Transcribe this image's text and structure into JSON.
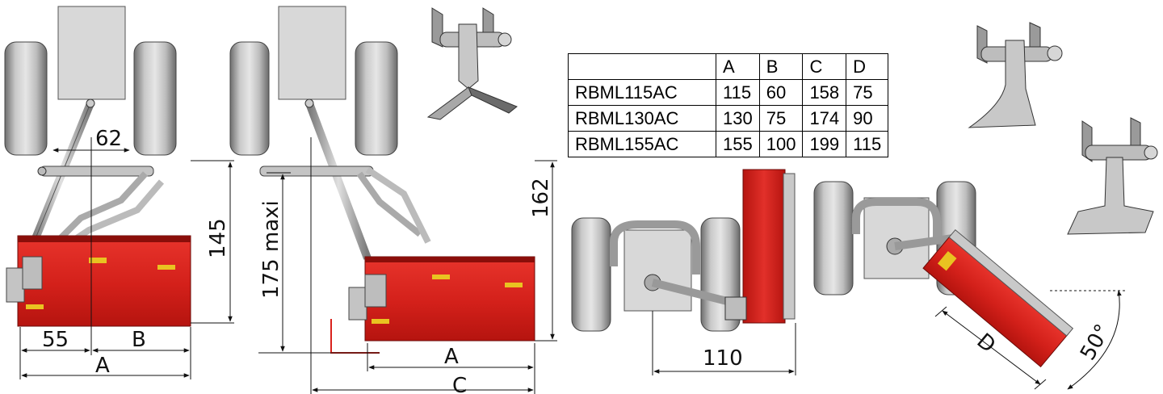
{
  "table": {
    "columns": [
      "",
      "A",
      "B",
      "C",
      "D"
    ],
    "rows": [
      {
        "model": "RBML115AC",
        "A": "115",
        "B": "60",
        "C": "158",
        "D": "75"
      },
      {
        "model": "RBML130AC",
        "A": "130",
        "B": "75",
        "C": "174",
        "D": "90"
      },
      {
        "model": "RBML155AC",
        "A": "155",
        "B": "100",
        "C": "199",
        "D": "115"
      }
    ]
  },
  "front_view": {
    "dim_top": "62",
    "dim_height": "145",
    "dim_left": "55",
    "dim_B": "B",
    "dim_A": "A"
  },
  "side_view": {
    "dim_height_max": "175 maxi",
    "dim_right": "162",
    "dim_A": "A",
    "dim_C": "C"
  },
  "top_view_straight": {
    "dim_width": "110"
  },
  "top_view_angled": {
    "dim_D": "D",
    "dim_angle": "50°"
  },
  "colors": {
    "machine_red": "#d9221c",
    "machine_dark_red": "#a5120e",
    "steel_grey": "#b8b8b8",
    "tyre_grey": "#8c8c8c",
    "tractor_grey": "#d8d8d8"
  }
}
